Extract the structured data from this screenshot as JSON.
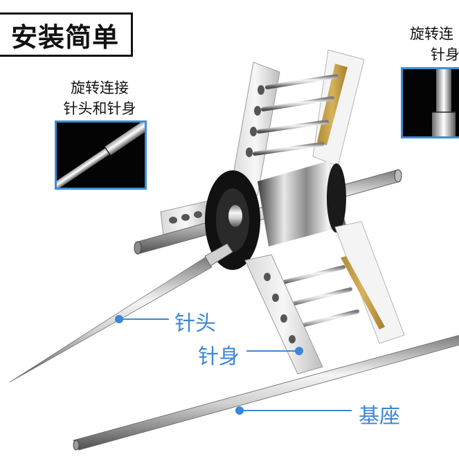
{
  "title": "安装简单",
  "inset_left": {
    "caption_line1": "旋转连接",
    "caption_line2": "针头和针身"
  },
  "inset_right": {
    "caption_line1": "旋转连",
    "caption_line2": "针身"
  },
  "labels": {
    "tip": "针头",
    "body": "针身",
    "base": "基座"
  },
  "colors": {
    "accent": "#3a8fd8",
    "label": "#3d86d6",
    "wood": "#c9a24a"
  }
}
